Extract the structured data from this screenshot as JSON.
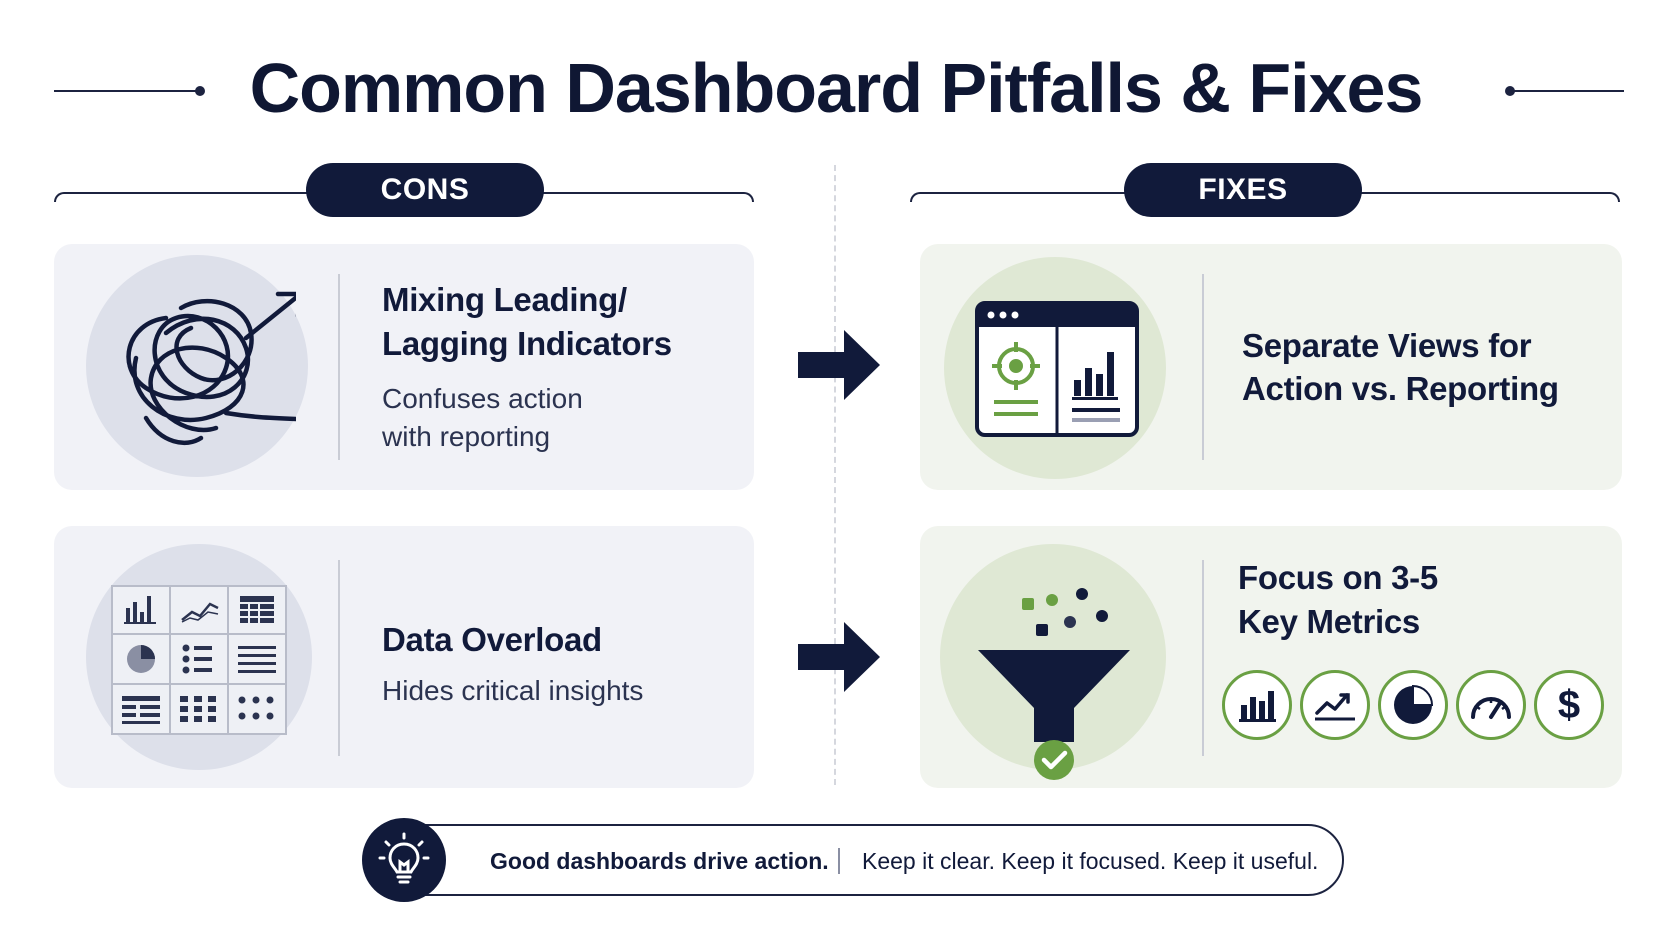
{
  "title": "Common Dashboard Pitfalls & Fixes",
  "sections": {
    "cons_label": "CONS",
    "fixes_label": "FIXES"
  },
  "rows": [
    {
      "con_title_line1": "Mixing Leading/",
      "con_title_line2": "Lagging Indicators",
      "con_desc_line1": "Confuses action",
      "con_desc_line2": "with reporting",
      "con_icon": "tangled-arrows-icon",
      "fix_title_line1": "Separate Views for",
      "fix_title_line2": "Action vs. Reporting",
      "fix_icon": "split-view-window-icon"
    },
    {
      "con_title": "Data Overload",
      "con_desc": "Hides critical insights",
      "con_icon": "cluttered-dashboard-grid-icon",
      "fix_title_line1": "Focus on 3-5",
      "fix_title_line2": "Key Metrics",
      "fix_icon": "funnel-check-icon",
      "metric_icons": [
        "bar-chart-icon",
        "line-chart-icon",
        "pie-chart-icon",
        "gauge-icon",
        "dollar-icon"
      ]
    }
  ],
  "footer": {
    "bold": "Good dashboards drive action.",
    "text": "Keep it clear. Keep it focused. Keep it useful.",
    "icon": "lightbulb-icon"
  },
  "colors": {
    "navy": "#111a3a",
    "green": "#6aa043",
    "cons_card": "#f1f2f7",
    "fix_card": "#f1f4ee"
  }
}
